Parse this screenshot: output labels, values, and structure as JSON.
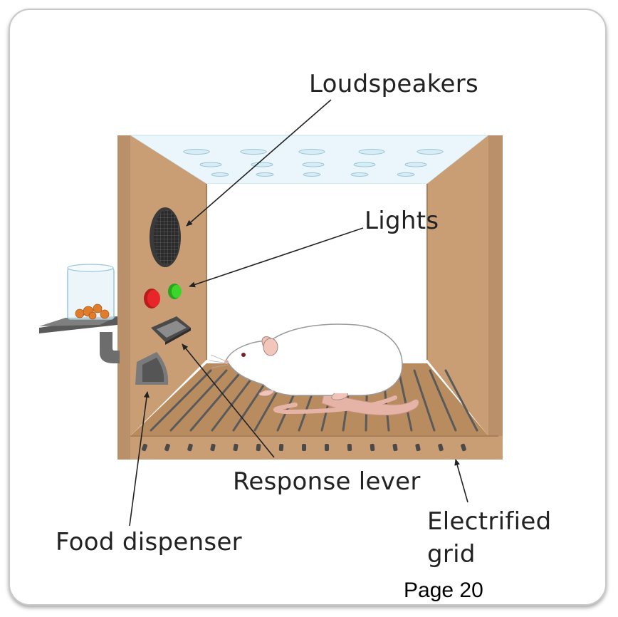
{
  "labels": {
    "loudspeakers": "Loudspeakers",
    "lights": "Lights",
    "response_lever": "Response lever",
    "food_dispenser": "Food dispenser",
    "electrified_grid_line1": "Electrified",
    "electrified_grid_line2": "grid"
  },
  "page_number": "Page 20",
  "colors": {
    "wood": "#c99e74",
    "wood_dark": "#a9805a",
    "floor": "#b98c60",
    "grid_bar": "#5a5a5a",
    "speaker": "#2b2b2b",
    "light_red": "#e8262a",
    "light_green": "#3cd62a",
    "ceiling": "#eaf6fb",
    "rat": "#ffffff",
    "rat_tail": "#e6b4a6",
    "pellet": "#e07c2c",
    "arrow": "#222222"
  },
  "icons": [
    "rat-illustration",
    "loudspeaker-icon",
    "light-icon",
    "lever-icon",
    "food-dispenser-icon",
    "food-jar-icon",
    "electrified-grid-icon"
  ]
}
